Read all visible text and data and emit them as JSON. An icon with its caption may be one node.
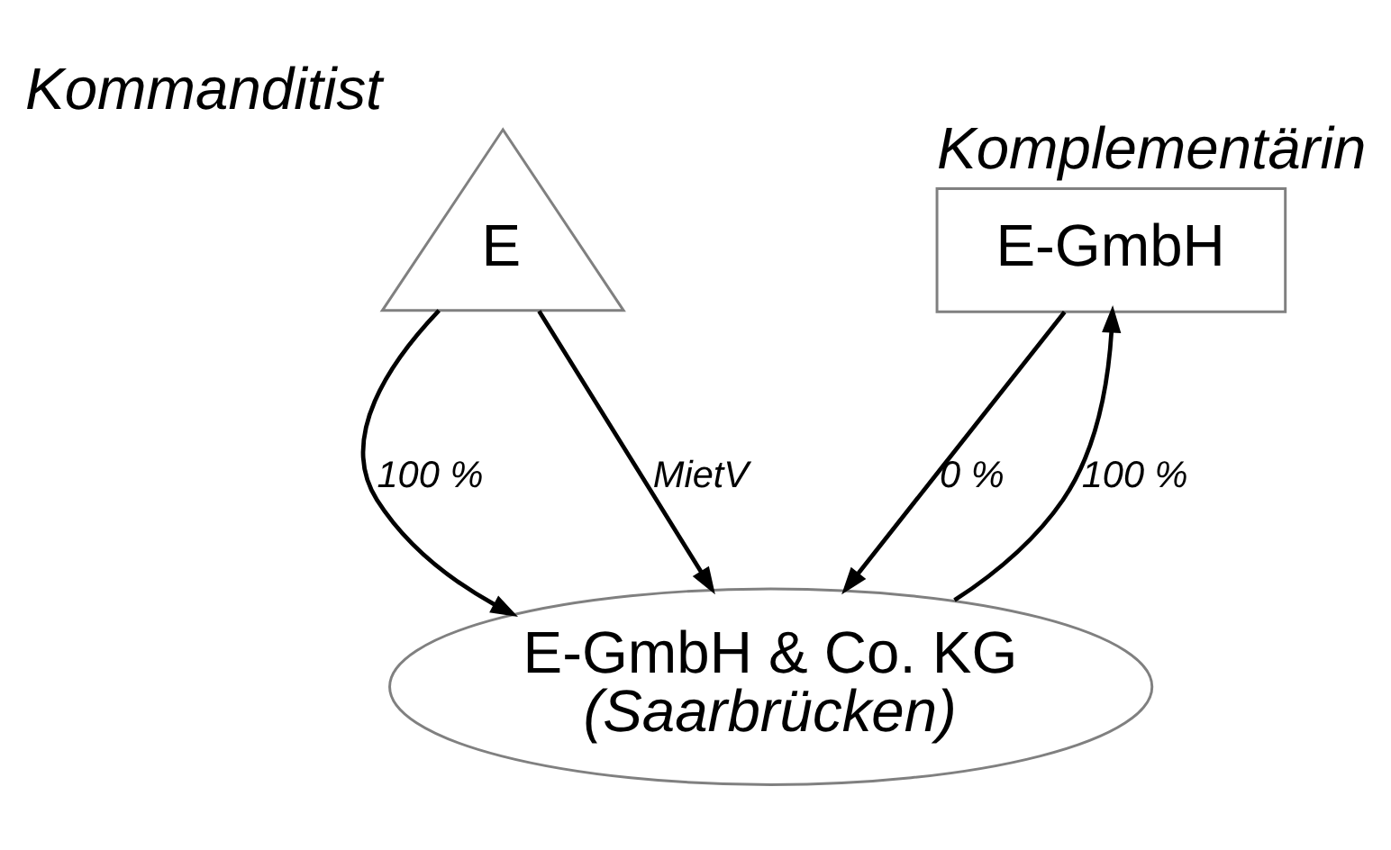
{
  "diagram": {
    "nodes": [
      {
        "text": [
          "E"
        ],
        "beside": [
          "Kommanditist"
        ]
      },
      {
        "text": [
          "E-GmbH"
        ],
        "beside": [
          "Komplementärin"
        ]
      },
      {
        "text": [
          "E-GmbH & Co. KG",
          "(Saarbrücken)"
        ]
      }
    ],
    "edges": [
      {
        "from": 0,
        "to": 2,
        "arrow": "to",
        "label": "100 %"
      },
      {
        "from": 1,
        "to": 2,
        "arrow": "to",
        "label": "0 %"
      },
      {
        "from": 0,
        "to": 2,
        "arrow": "to",
        "label": "MietV"
      },
      {
        "from": 2,
        "to": 1,
        "arrow": "to",
        "label": "100 %"
      }
    ]
  }
}
